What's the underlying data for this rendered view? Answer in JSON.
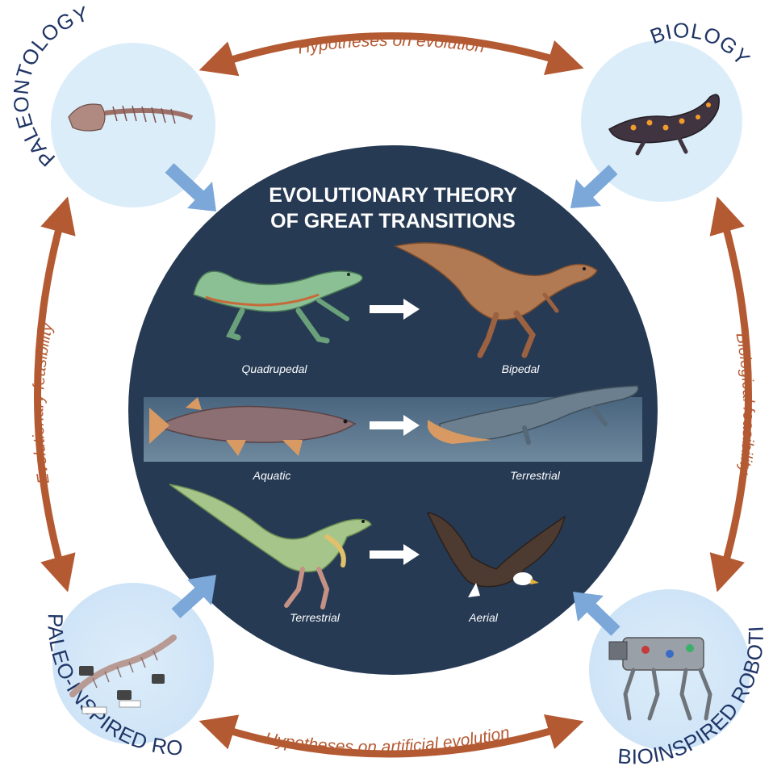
{
  "center_title": {
    "line1": "EVOLUTIONARY THEORY",
    "line2": "OF GREAT TRANSITIONS"
  },
  "transitions": [
    {
      "from": "Quadrupedal",
      "to": "Bipedal"
    },
    {
      "from": "Aquatic",
      "to": "Terrestrial"
    },
    {
      "from": "Terrestrial",
      "to": "Aerial"
    }
  ],
  "disciplines": {
    "top_left": "PALEONTOLOGY",
    "top_right": "BIOLOGY",
    "bottom_left": "PALEO-INSPIRED ROBOTICS",
    "bottom_right": "BIOINSPIRED ROBOTICS"
  },
  "relations": {
    "top": "Hypotheses on evolution",
    "bottom": "Hypotheses on artificial evolution",
    "left": "Evolutionary feasibility",
    "right": "Biological feasibility"
  },
  "colors": {
    "center_circle": "#263a54",
    "discipline_circle": "#dcedfa",
    "relation_arrow": "#b45a33",
    "feed_arrow": "#7ba7d9",
    "discipline_text": "#1f3566",
    "transition_arrow": "#ffffff"
  },
  "icons": {
    "quadrupedal": "lizard-illustration",
    "bipedal": "feathered-dinosaur-illustration",
    "aquatic": "lobe-finned-fish-illustration",
    "terrestrial_tetrapod": "early-tetrapod-illustration",
    "terrestrial_dinosaur": "green-feathered-dinosaur-illustration",
    "aerial": "eagle-illustration",
    "paleontology": "fossil-skeleton-illustration",
    "biology": "spotted-salamander-illustration",
    "paleo_robot": "skeletal-robot-illustration",
    "bio_robot": "quadruped-robot-illustration"
  }
}
